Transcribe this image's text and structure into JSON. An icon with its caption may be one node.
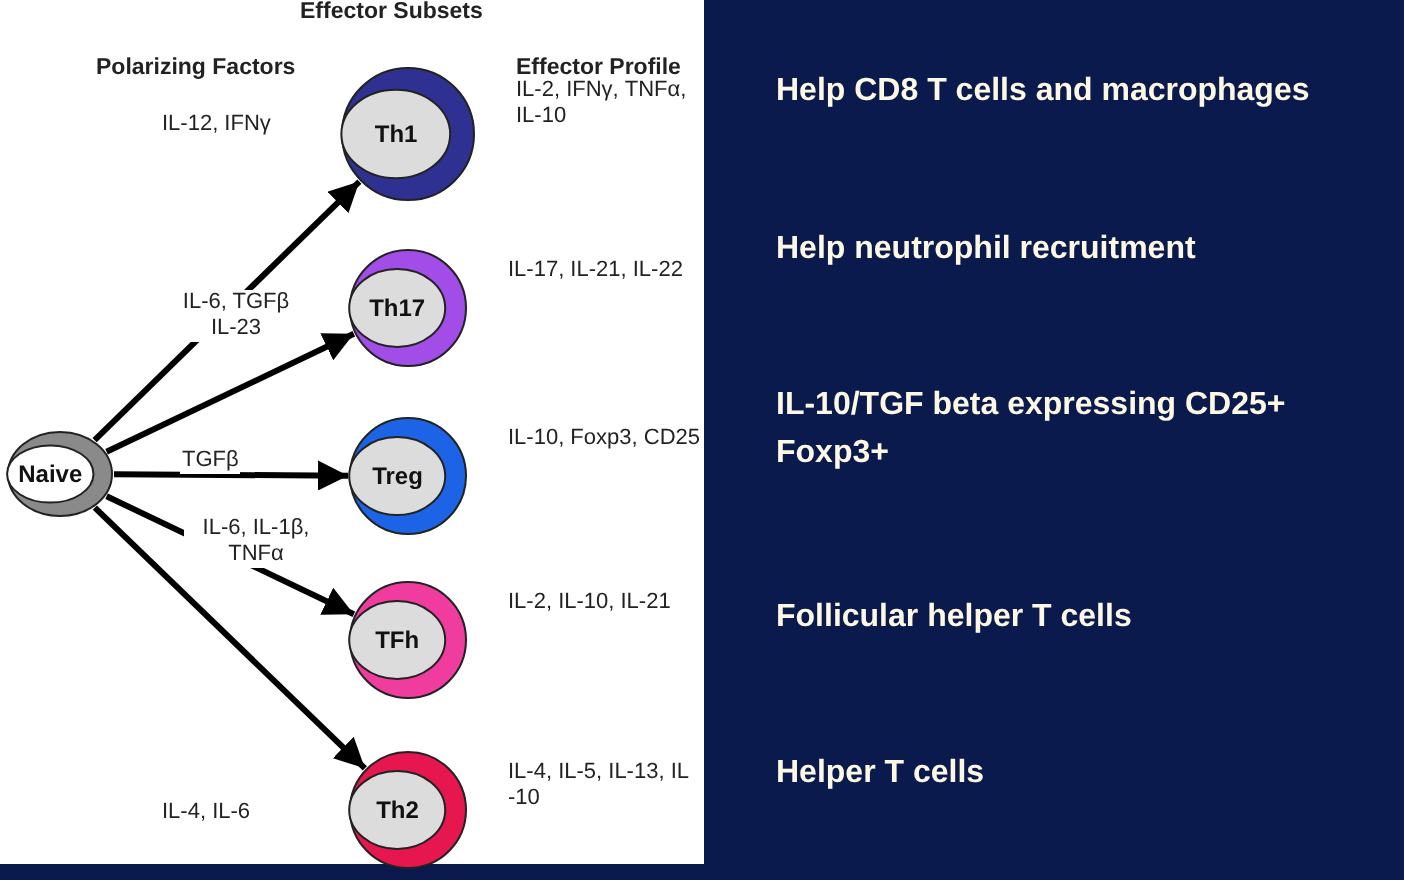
{
  "diagram": {
    "nodes": [
      {
        "text": [
          "Naive"
        ]
      },
      {
        "text": [
          "Th1"
        ],
        "beside": [
          "IL-2, IFNγ, TNFα, IL-10"
        ]
      },
      {
        "text": [
          "Th17"
        ],
        "beside": [
          "IL-17, IL-21, IL-22"
        ]
      },
      {
        "text": [
          "Treg"
        ],
        "beside": [
          "IL-10, Foxp3, CD25"
        ]
      },
      {
        "text": [
          "TFh"
        ],
        "beside": [
          "IL-2, IL-10, IL-21"
        ]
      },
      {
        "text": [
          "Th2"
        ],
        "beside": [
          "IL-4, IL-5, IL-13, IL -10"
        ]
      }
    ],
    "edges": [
      {
        "from": 0,
        "to": 1,
        "arrow": "to",
        "label": "IL-12, IFNγ"
      },
      {
        "from": 0,
        "to": 2,
        "arrow": "to",
        "label": "IL-6, TGFβ IL-23"
      },
      {
        "from": 0,
        "to": 3,
        "arrow": "to",
        "label": "TGFβ"
      },
      {
        "from": 0,
        "to": 4,
        "arrow": "to",
        "label": "IL-6, IL-1β, TNFα"
      },
      {
        "from": 0,
        "to": 5,
        "arrow": "to",
        "label": "IL-4, IL-6"
      }
    ],
    "labels": [
      "Effector Subsets",
      "Polarizing Factors",
      "Effector Profile",
      "Help CD8 T cells and macrophages",
      "Help neutrophil recruitment",
      "IL-10/TGF beta expressing CD25+ Foxp3+",
      "Follicular helper T cells",
      "Helper T cells"
    ]
  }
}
